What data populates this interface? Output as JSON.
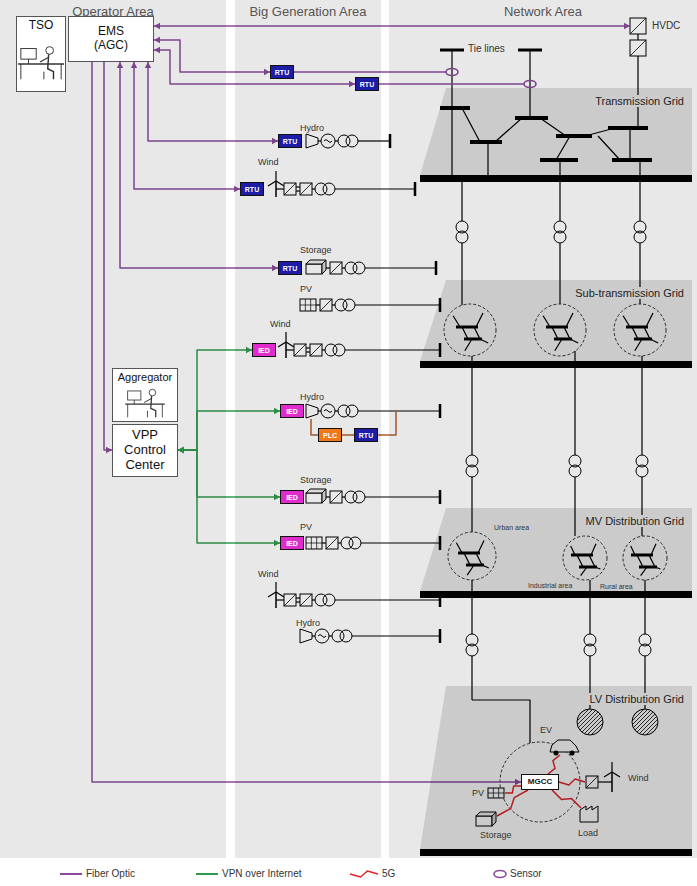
{
  "diagram": {
    "nodes": [
      {
        "text": [
          "Operator Area"
        ]
      },
      {
        "text": [
          "Big Generation Area"
        ]
      },
      {
        "text": [
          "Network Area"
        ]
      },
      {
        "text": [
          "TSO"
        ],
        "in": 0
      },
      {
        "text": [
          "EMS (AGC)"
        ],
        "in": 0
      },
      {
        "text": [
          "RTU"
        ],
        "in": 1
      },
      {
        "text": [
          "RTU"
        ],
        "in": 1
      },
      {
        "text": [
          "Transmission Grid"
        ],
        "in": 2
      },
      {
        "text": [
          "RTU"
        ],
        "in": 1
      },
      {
        "text": [
          "RTU"
        ],
        "in": 1
      },
      {
        "text": [
          "RTU"
        ],
        "in": 1
      },
      {
        "text": [
          "Sub-transmission Grid"
        ],
        "in": 2
      },
      {
        "text": [
          "Aggregator"
        ],
        "in": 0
      },
      {
        "text": [
          "IED"
        ],
        "in": 1
      },
      {
        "text": [
          "IED"
        ],
        "in": 1
      },
      {
        "text": [
          "PLC"
        ],
        "in": 1
      },
      {
        "text": [
          "RTU"
        ],
        "in": 1
      },
      {
        "text": [
          "VPP Control Center"
        ],
        "in": 0
      },
      {
        "text": [
          "IED"
        ],
        "in": 1
      },
      {
        "text": [
          "IED"
        ],
        "in": 1
      },
      {
        "text": [
          "MV Distribution Grid"
        ],
        "in": 2
      },
      {
        "text": [
          "LV Distribution Grid"
        ],
        "in": 2
      },
      {
        "text": [
          "MGCC"
        ],
        "in": 21
      }
    ],
    "edges": [
      {
        "from": 4,
        "to": 5,
        "arrow": "both"
      },
      {
        "from": 4,
        "to": 6,
        "arrow": "both"
      },
      {
        "from": 4,
        "to": 8,
        "arrow": "both"
      },
      {
        "from": 4,
        "to": 9,
        "arrow": "both"
      },
      {
        "from": 4,
        "to": 10,
        "arrow": "both"
      },
      {
        "from": 4,
        "to": 17,
        "arrow": "to"
      },
      {
        "from": 17,
        "to": 13,
        "arrow": "both"
      },
      {
        "from": 17,
        "to": 14,
        "arrow": "both"
      },
      {
        "from": 17,
        "to": 18,
        "arrow": "both"
      },
      {
        "from": 17,
        "to": 19,
        "arrow": "both"
      },
      {
        "from": 15,
        "to": 16,
        "arrow": "none"
      },
      {
        "from": 4,
        "to": 22,
        "arrow": "to"
      }
    ],
    "labels": [
      "Tie lines",
      "HVDC",
      "Hydro",
      "Wind",
      "Storage",
      "PV",
      "Wind",
      "Hydro",
      "Storage",
      "PV",
      "Wind",
      "Hydro",
      "Urban area",
      "Industrial area",
      "Rural area",
      "EV",
      "PV",
      "Wind",
      "Storage",
      "Load"
    ],
    "legend": [
      {
        "text": "Fiber Optic"
      },
      {
        "text": "VPN over Internet"
      },
      {
        "text": "5G"
      },
      {
        "text": "Sensor"
      }
    ]
  }
}
